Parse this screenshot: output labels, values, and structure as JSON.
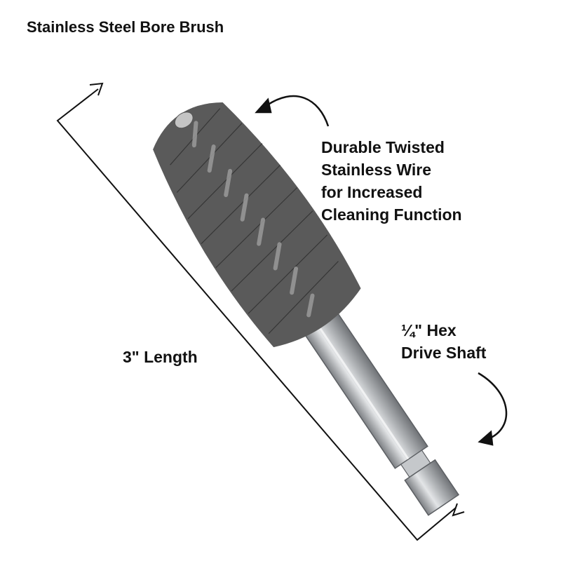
{
  "title": "Stainless Steel Bore Brush",
  "callouts": {
    "wire": [
      "Durable Twisted",
      "Stainless Wire",
      "for Increased",
      "Cleaning Function"
    ],
    "hex": [
      "¼\" Hex",
      "Drive Shaft"
    ],
    "length": "3\" Length"
  },
  "colors": {
    "text": "#111111",
    "bristle": "#4a4a4a",
    "shaft": "#b9bcbf",
    "shaft_dark": "#8a8d90",
    "background": "#ffffff"
  },
  "icons": [
    "curved-arrow-icon",
    "dimension-arrow-icon"
  ]
}
